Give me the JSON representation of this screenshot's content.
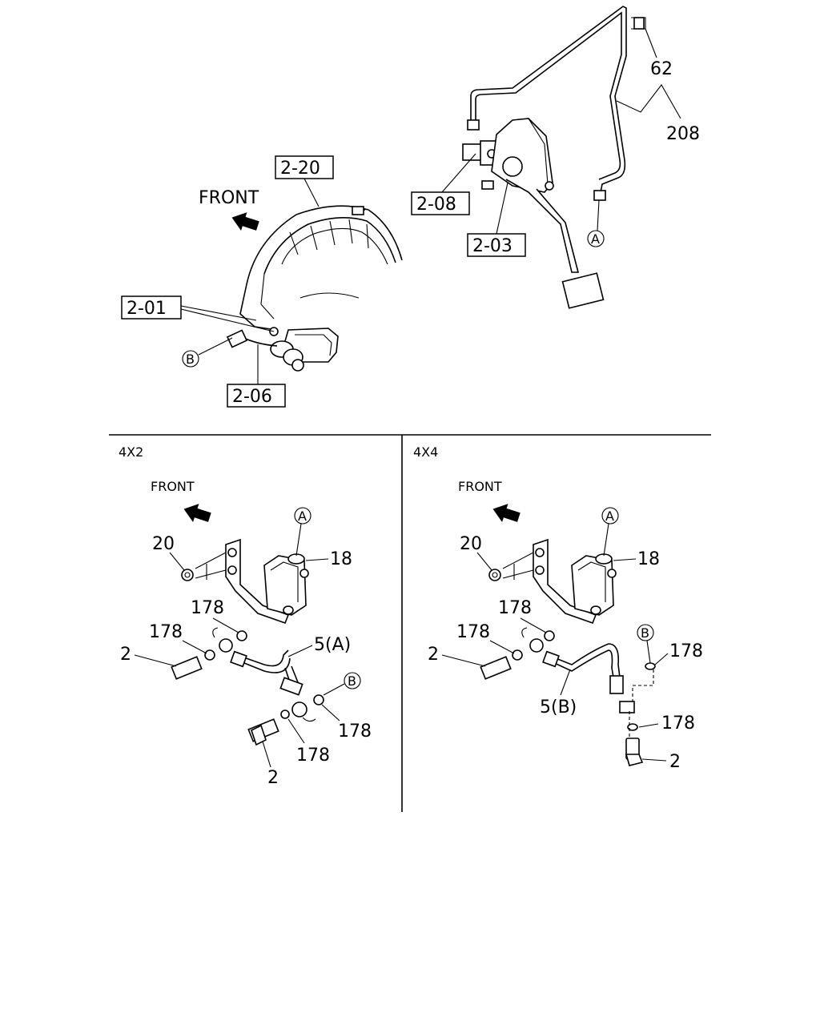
{
  "top": {
    "front": "FRONT",
    "refs": {
      "r220": "2-20",
      "r201": "2-01",
      "r206": "2-06",
      "r208": "2-08",
      "r203": "2-03"
    },
    "nums": {
      "n62": "62",
      "n208": "208"
    },
    "circles": {
      "a": "A",
      "b": "B"
    }
  },
  "left": {
    "title": "4X2",
    "front": "FRONT",
    "nums": {
      "n20": "20",
      "n18": "18",
      "n178a": "178",
      "n178b": "178",
      "n2a": "2",
      "n5": "5(A)",
      "n178c": "178",
      "n178d": "178",
      "n2b": "2"
    },
    "circles": {
      "a": "A",
      "b": "B"
    }
  },
  "right": {
    "title": "4X4",
    "front": "FRONT",
    "nums": {
      "n20": "20",
      "n18": "18",
      "n178a": "178",
      "n178b": "178",
      "n2a": "2",
      "n5": "5(B)",
      "n178c": "178",
      "n178d": "178",
      "n2b": "2"
    },
    "circles": {
      "a": "A",
      "b": "B"
    }
  }
}
